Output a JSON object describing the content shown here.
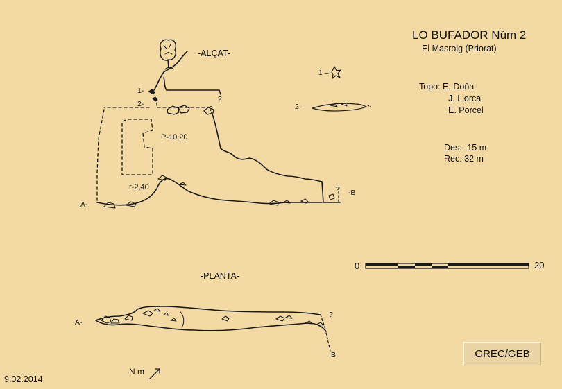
{
  "header": {
    "title": "LO BUFADOR Núm 2",
    "subtitle": "El Masroig (Priorat)"
  },
  "credits": {
    "label": "Topo: E. Doña",
    "line2": "J. Llorca",
    "line3": "E. Porcel"
  },
  "stats": {
    "des": "Des: -15 m",
    "rec": "Rec:  32 m"
  },
  "sections": {
    "elevation": "-ALÇAT-",
    "plan": "-PLANTA-"
  },
  "elevation_labels": {
    "shaft": "P-10,20",
    "ramp": "r-2,40",
    "entrance_1": "1-",
    "entrance_2": "2-",
    "point_a": "A-",
    "point_b": "-B",
    "unknown_1": "?",
    "unknown_2": "?",
    "unknown_3": "?"
  },
  "entrance_details": {
    "entrance_1": "1 –",
    "entrance_2": "2 –"
  },
  "plan_labels": {
    "point_a": "A-",
    "point_b": "B",
    "unknown": "?"
  },
  "scale": {
    "start": "0",
    "end": "20"
  },
  "footer": {
    "group": "GREC/GEB",
    "date": "9.02.2014",
    "north": "N m"
  }
}
